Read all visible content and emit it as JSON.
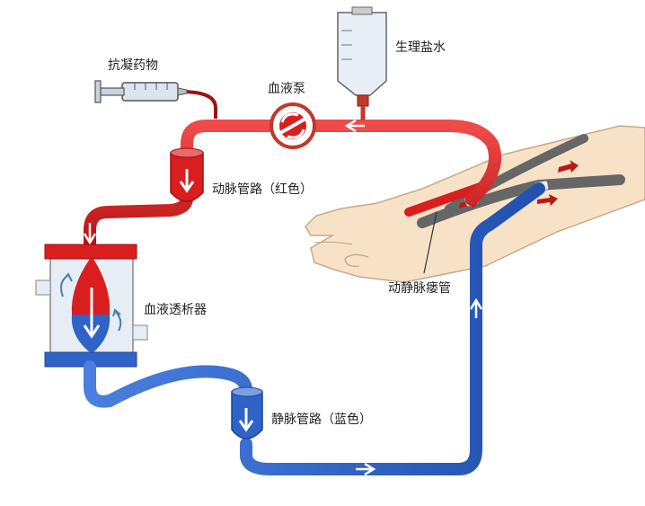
{
  "labels": {
    "saline": "生理盐水",
    "anticoagulant": "抗凝药物",
    "blood_pump": "血液泵",
    "arterial_line": "动脉管路（红色）",
    "dialyzer": "血液透析器",
    "venous_line": "静脉管路（蓝色）",
    "av_fistula": "动静脉瘘管"
  },
  "colors": {
    "arterial": "#d81e1e",
    "venous": "#2f63c8",
    "skin": "#f7e2c8",
    "vessel_gray": "#666666"
  }
}
